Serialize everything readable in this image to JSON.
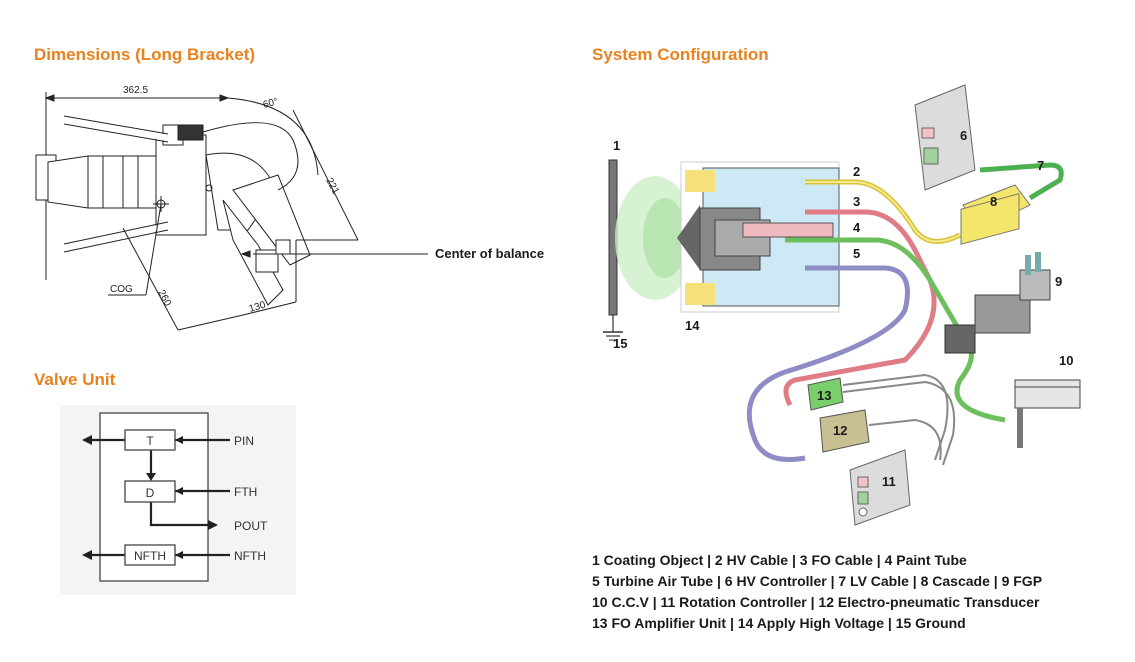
{
  "sections": {
    "dimensions_title": "Dimensions (Long Bracket)",
    "valve_title": "Valve Unit",
    "system_title": "System Configuration"
  },
  "dimensions": {
    "length": "362.5",
    "angle": "60°",
    "height": "221",
    "cog_depth": "260",
    "offset": "130",
    "cog_label": "COG",
    "balance_label": "Center of balance"
  },
  "valve": {
    "boxes": {
      "t": "T",
      "d": "D",
      "nfth": "NFTH"
    },
    "ports": {
      "pin": "PIN",
      "fth": "FTH",
      "pout": "POUT",
      "nfth": "NFTH"
    }
  },
  "system": {
    "numbers": [
      "1",
      "2",
      "3",
      "4",
      "5",
      "6",
      "7",
      "8",
      "9",
      "10",
      "11",
      "12",
      "13",
      "14",
      "15"
    ]
  },
  "legend": [
    "1 Coating Object | 2 HV Cable | 3 FO Cable | 4 Paint Tube",
    "5 Turbine Air Tube | 6 HV Controller | 7 LV Cable | 8 Cascade | 9 FGP",
    "10 C.C.V | 11 Rotation Controller | 12 Electro-pneumatic Transducer",
    "13 FO Amplifier Unit | 14 Apply High Voltage | 15 Ground"
  ],
  "colors": {
    "heading": "#e8821e",
    "hv_cable": "#d9c23a",
    "fo_cable": "#e07c86",
    "paint_tube": "#6cbf5c",
    "air_tube": "#8e8cc4",
    "lv_cable": "#4caf50"
  }
}
